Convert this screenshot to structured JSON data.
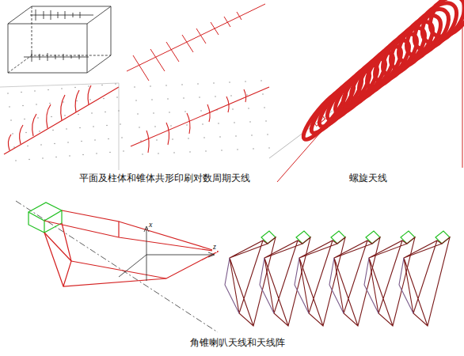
{
  "diagram": {
    "labels": [
      "平面及柱体和锥体共形印刷对数周期天线",
      "螺旋天线",
      "x",
      "z",
      "角锥喇叭天线和天线阵"
    ]
  }
}
